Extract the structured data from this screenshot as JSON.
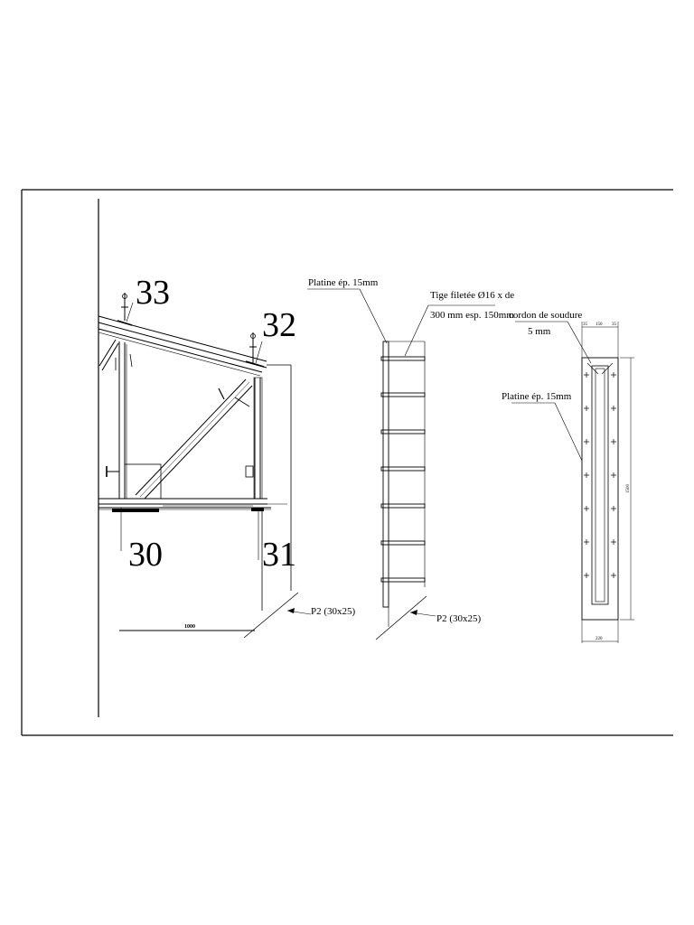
{
  "drawing": {
    "callouts": {
      "c33": "33",
      "c32": "32",
      "c30": "30",
      "c31": "31"
    },
    "annotations": {
      "platine_top": "Platine ép. 15mm",
      "tige_line1": "Tige filetée Ø16 x de",
      "tige_line2": "300 mm esp. 150mm",
      "cordon_line1": "cordon de soudure",
      "cordon_line2": "5 mm",
      "platine_right": "Platine ép. 15mm",
      "p2_left": "P2 (30x25)",
      "p2_mid": "P2 (30x25)"
    },
    "dimensions": {
      "base_length": "1000",
      "plate_width": "220",
      "plate_height": "1500",
      "edge_left": "35",
      "edge_mid": "150",
      "edge_right": "35"
    }
  }
}
